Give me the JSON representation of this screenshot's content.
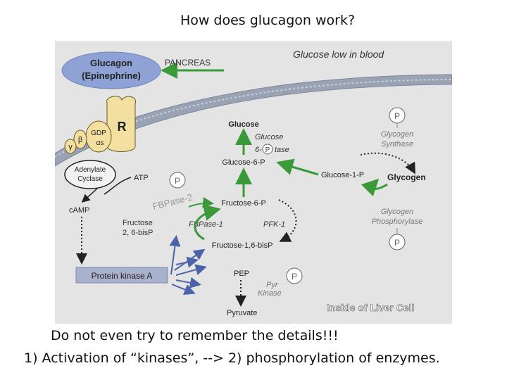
{
  "slide": {
    "title": "How does glucagon work?",
    "caption_line1": "Do not even try to remember the details!!!",
    "caption_line2": "1) Activation of “kinases”, --> 2) phosphorylation of enzymes."
  },
  "diagram": {
    "colors": {
      "background": "#e4e4e4",
      "membrane": "#9aa3b4",
      "green_arrow": "#3a9a3a",
      "blue_arrow": "#4b63a8",
      "dark_text": "#222222",
      "gray_text": "#666666",
      "pka_box": "#a9b2cc",
      "hormone_oval": "#8fa2d6",
      "receptor": "#f3dfa0"
    },
    "hormone_line1": "Glucagon",
    "hormone_line2": "(Epinephrine)",
    "pancreas": "PANCREAS",
    "glucose_low": "Glucose low in blood",
    "receptor": "R",
    "gdp": "GDP",
    "alpha_s": "αs",
    "gamma": "γ",
    "beta": "β",
    "adenylate_cyclase_1": "Adenylate",
    "adenylate_cyclase_2": "Cyclase",
    "atp": "ATP",
    "camp": "cAMP",
    "f26bp_1": "Fructose",
    "f26bp_2": "2, 6-bisP",
    "pka": "Protein kinase A",
    "fbpase2": "FBPase-2",
    "p_symbol": "P",
    "glucose": "Glucose",
    "g6pase_1": "Glucose",
    "g6pase_2a": "6-",
    "g6pase_2b": "tase",
    "g6p_top": "Glucose-6-P",
    "g1p": "Glucose-1-P",
    "glycogen": "Glycogen",
    "glycogen_synthase_1": "Glycogen",
    "glycogen_synthase_2": "Synthase",
    "glycogen_phos_1": "Glycogen",
    "glycogen_phos_2": "Phosphorylase",
    "f6p": "Fructose-6-P",
    "fbpase1": "FBPase-1",
    "pfk1": "PFK-1",
    "f16bp": "Fructose-1,6-bisP",
    "pep": "PEP",
    "pyr_kinase_1": "Pyr",
    "pyr_kinase_2": "Kinase",
    "pyruvate": "Pyruvate",
    "inside_liver": "Inside of Liver Cell"
  }
}
